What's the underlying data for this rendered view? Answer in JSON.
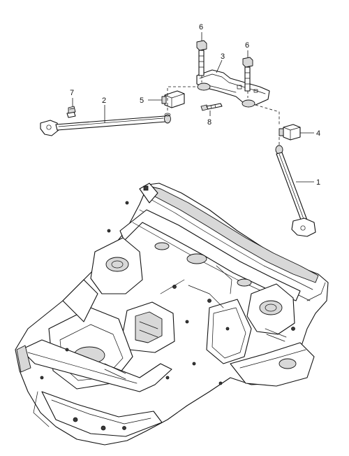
{
  "diagram": {
    "callouts": [
      {
        "id": "callout-1",
        "label": "1"
      },
      {
        "id": "callout-2",
        "label": "2"
      },
      {
        "id": "callout-3",
        "label": "3"
      },
      {
        "id": "callout-4",
        "label": "4"
      },
      {
        "id": "callout-5",
        "label": "5"
      },
      {
        "id": "callout-6a",
        "label": "6"
      },
      {
        "id": "callout-6b",
        "label": "6"
      },
      {
        "id": "callout-7",
        "label": "7"
      },
      {
        "id": "callout-8",
        "label": "8"
      }
    ]
  }
}
